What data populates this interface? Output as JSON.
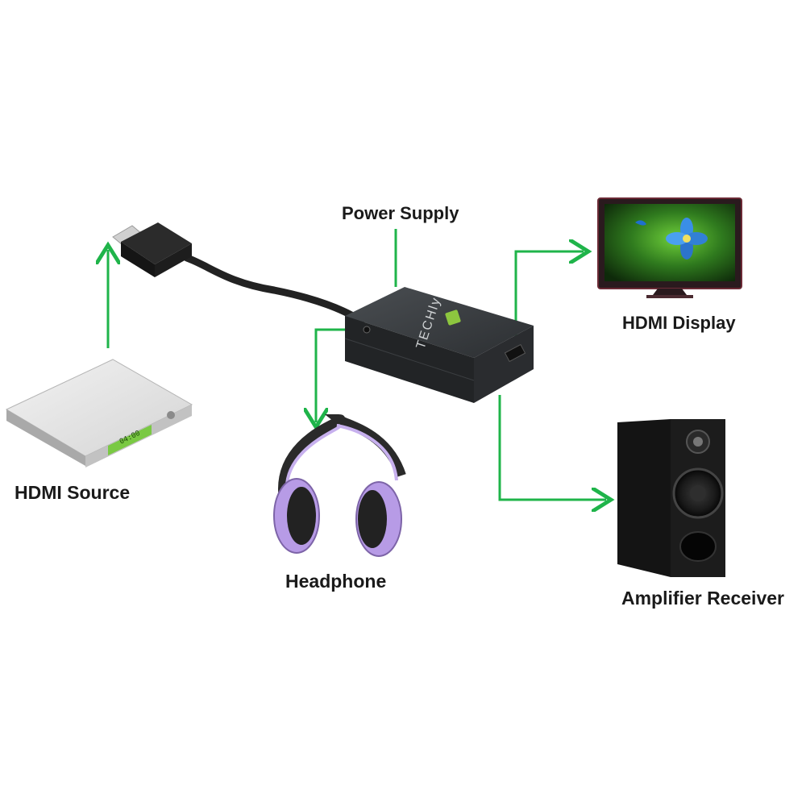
{
  "labels": {
    "power_supply": "Power Supply",
    "hdmi_display": "HDMI Display",
    "hdmi_source": "HDMI Source",
    "headphone": "Headphone",
    "amplifier_receiver": "Amplifier Receiver"
  },
  "device": {
    "brand": "TECHly",
    "source_display_text": "04:00"
  },
  "colors": {
    "arrow": "#1fb44a",
    "device_body": "#3a3d40",
    "brand_accent": "#8dc63f",
    "headphone_accent": "#b79be6"
  },
  "icons": [
    "hdmi-source-box-icon",
    "hdmi-plug-icon",
    "audio-extractor-icon",
    "tv-icon",
    "headphones-icon",
    "speaker-icon"
  ]
}
